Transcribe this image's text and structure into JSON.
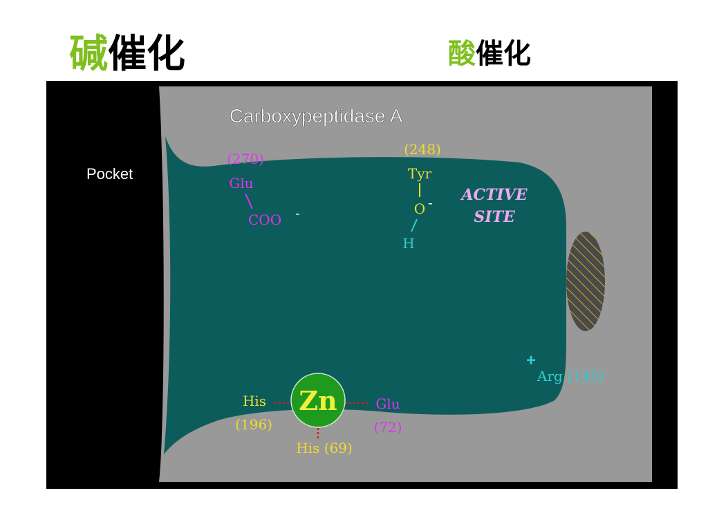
{
  "headings": {
    "base_accent": "碱",
    "base_rest": "催化",
    "acid_accent": "酸",
    "acid_rest": "催化"
  },
  "diagram": {
    "title": "Carboxypeptidase A",
    "pocket_label": "Pocket",
    "active_site_line1": "ACTIVE",
    "active_site_line2": "SITE",
    "glu270": {
      "number": "(270)",
      "name": "Glu",
      "group": "COO",
      "charge": "-"
    },
    "tyr248": {
      "number": "(248)",
      "name": "Tyr",
      "oxygen": "O",
      "charge": "-",
      "hydrogen": "H"
    },
    "arg145": {
      "charge": "+",
      "label": "Arg (145)"
    },
    "zinc": {
      "symbol": "Zn"
    },
    "his196": {
      "name": "His",
      "number": "(196)"
    },
    "glu72": {
      "name": "Glu",
      "number": "(72)"
    },
    "his69": {
      "label": "His (69)"
    }
  },
  "colors": {
    "accent_green": "#7fbf1f",
    "background_black": "#000000",
    "protein_gray": "#999999",
    "pocket_teal": "#0d5c5c",
    "magenta": "#dd33ee",
    "yellow": "#f0dc2a",
    "cyan": "#33cccc",
    "zinc_green": "#1f9a1f",
    "bond_red": "#cc2222"
  }
}
